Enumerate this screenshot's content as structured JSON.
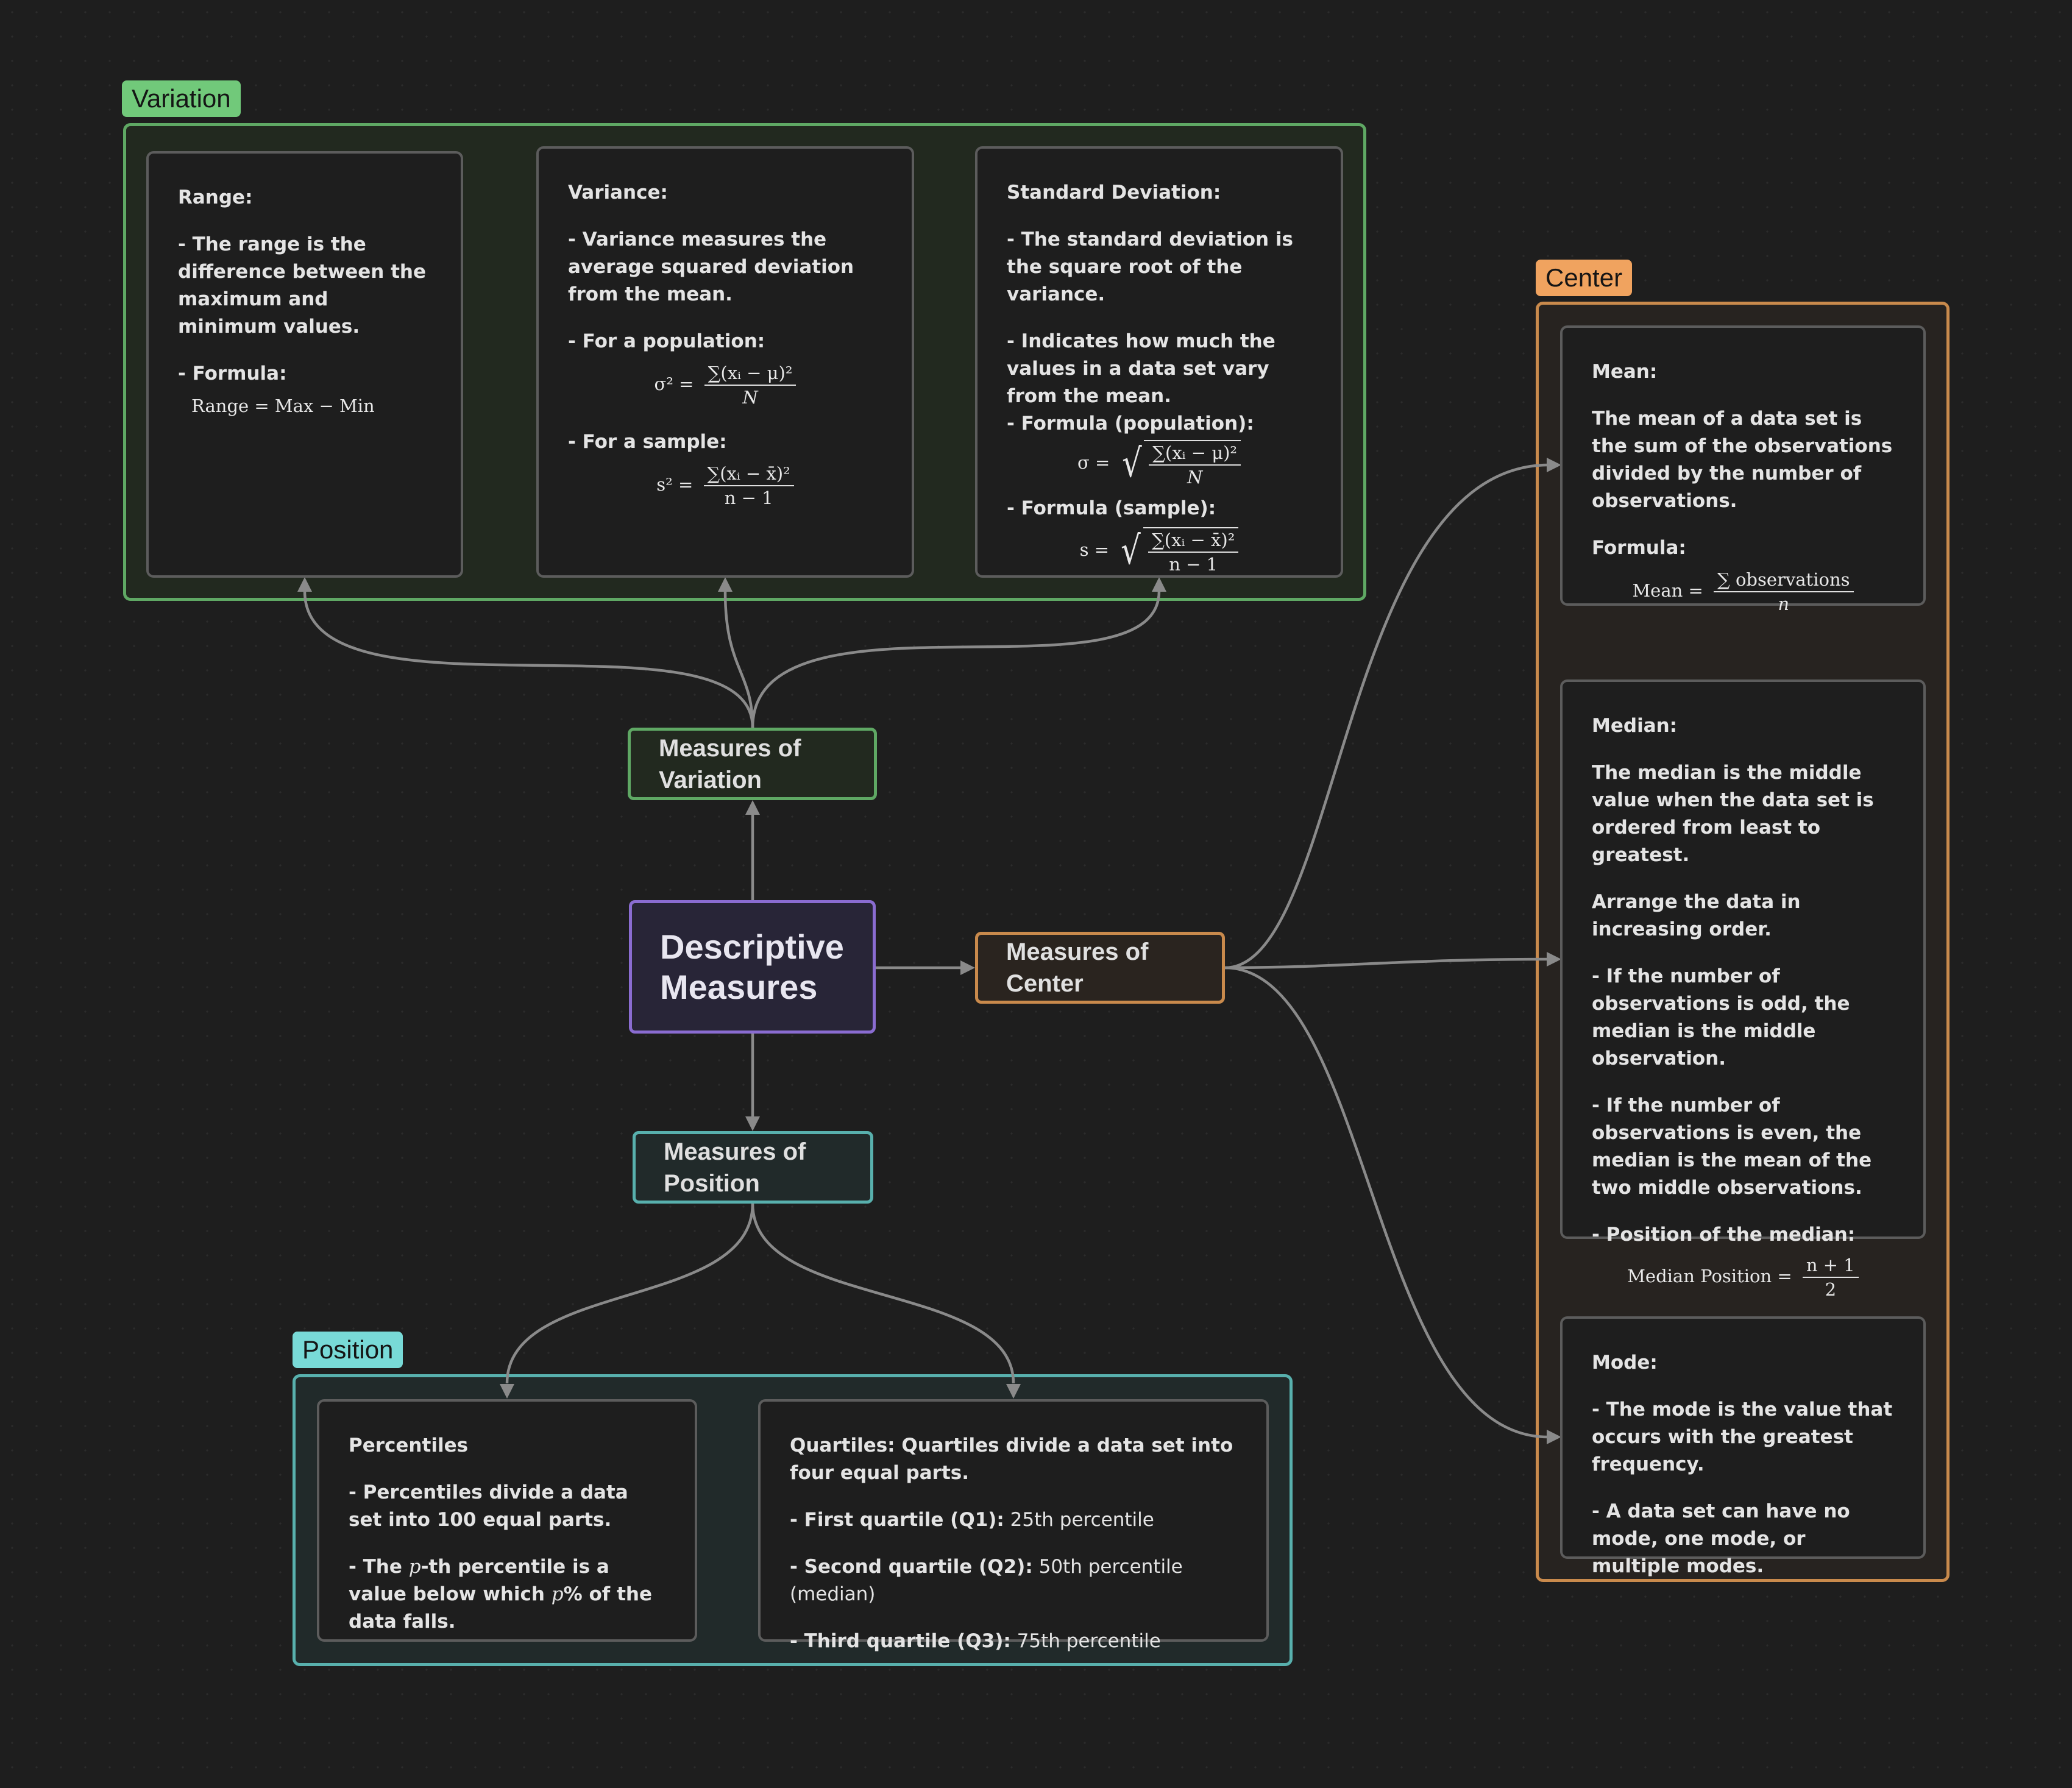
{
  "groups": {
    "variation": "Variation",
    "position": "Position",
    "center": "Center"
  },
  "nodes": {
    "descriptive": "Descriptive Measures",
    "variation": "Measures of Variation",
    "center": "Measures of Center",
    "position": "Measures of Position"
  },
  "range": {
    "title": "Range:",
    "text": "- The range is the difference between the maximum and minimum values.",
    "formula_label": "- Formula:",
    "formula": "Range = Max − Min"
  },
  "variance": {
    "title": "Variance:",
    "text": "- Variance measures the average squared deviation from the mean.",
    "pop_label": "- For a population:",
    "pop_lhs": "σ² =",
    "pop_num": "∑(xᵢ − μ)²",
    "pop_den": "N",
    "sample_label": "- For a sample:",
    "sample_lhs": "s² =",
    "sample_num": "∑(xᵢ − x̄)²",
    "sample_den": "n − 1"
  },
  "stddev": {
    "title": "Standard Deviation:",
    "text1": "- The standard deviation is the square root of the variance.",
    "text2": "- Indicates how much the values in a data set vary from the mean.",
    "pop_label": "- Formula (population):",
    "pop_lhs": "σ =",
    "pop_num": "∑(xᵢ − μ)²",
    "pop_den": "N",
    "sample_label": "- Formula (sample):",
    "sample_lhs": "s =",
    "sample_num": "∑(xᵢ − x̄)²",
    "sample_den": "n − 1"
  },
  "mean": {
    "title": "Mean:",
    "text": "The mean of a data set is the sum of the observations divided by the number of observations.",
    "formula_label": "Formula:",
    "lhs": "Mean =",
    "num": "∑ observations",
    "den": "n"
  },
  "median": {
    "title": "Median:",
    "text1": "The median is the middle value when the data set is ordered from least to greatest.",
    "text2": "Arrange the data in increasing order.",
    "text3": "- If the number of observations is odd, the median is the middle observation.",
    "text4": "- If the number of observations is even, the median is the mean of the two middle observations.",
    "pos_label": "- Position of the median:",
    "lhs": "Median Position =",
    "num": "n + 1",
    "den": "2"
  },
  "mode": {
    "title": "Mode:",
    "text1": "- The mode is the value that occurs with the greatest frequency.",
    "text2": "- A data set can have no mode, one mode, or multiple modes."
  },
  "percentiles": {
    "title": "Percentiles",
    "text1": "- Percentiles divide a data set into 100 equal parts.",
    "text2_a": "- The ",
    "text2_p": "p",
    "text2_b": "-th percentile is a value below which ",
    "text2_p2": "p",
    "text2_c": "% of the data falls."
  },
  "quartiles": {
    "intro": "Quartiles: Quartiles divide a data set into four equal parts.",
    "q1_label": "- First quartile (Q1):",
    "q1_value": " 25th percentile",
    "q2_label": "- Second quartile (Q2):",
    "q2_value": " 50th percentile (median)",
    "q3_label": "- Third quartile (Q3):",
    "q3_value": " 75th percentile"
  },
  "colors": {
    "variation": "#5fa864",
    "position": "#58b0ad",
    "center": "#c98a4c",
    "descriptive": "#8a6cd1",
    "edge": "#8a8a8a"
  }
}
